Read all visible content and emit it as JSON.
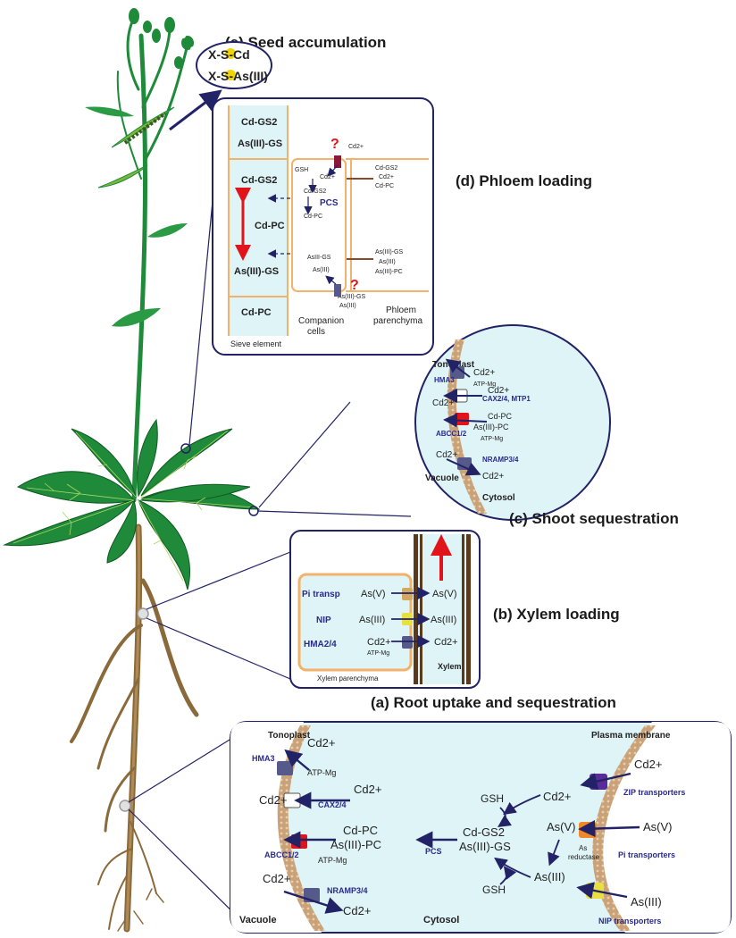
{
  "colors": {
    "frame": "#222266",
    "cytosol_fill": "#dff4f7",
    "leaf_green": "#1f8a3a",
    "root_brown": "#8a6a3a",
    "membrane_tan": "#c9a27a",
    "transporter_blue": "#2a2a8c",
    "arrow_red": "#e0141a",
    "cell_wall_orange": "#f2b26b",
    "xylem_brown": "#5a3a1a",
    "sulfur_yellow": "#f0d600"
  },
  "panels": {
    "e": {
      "title": "(e) Seed accumulation",
      "line1_prefix": "X-",
      "line1_s": "S",
      "line1_suffix": "-Cd",
      "line2_prefix": "X-",
      "line2_s": "S",
      "line2_suffix": "-As(III)"
    },
    "d": {
      "title": "(d) Phloem loading",
      "sieve_labels": [
        "Cd-GS2",
        "As(III)-GS",
        "Cd-GS2",
        "Cd-PC",
        "As(III)-GS",
        "Cd-PC"
      ],
      "companion_labels": [
        "GSH",
        "Cd2+",
        "Cd-GS2",
        "PCS",
        "Cd-PC",
        "AsIII-GS",
        "As(III)",
        "As(III)-GS",
        "As(III)",
        "Cd2+"
      ],
      "parenchyma_labels": [
        "Cd-GS2",
        "Cd2+",
        "Cd-PC",
        "As(III)-GS",
        "As(III)",
        "As(III)-PC"
      ],
      "question_mark": "?",
      "sieve_element": "Sieve element",
      "companion_cells": [
        "Companion",
        "cells"
      ],
      "phloem_parenchyma": [
        "Phloem",
        "parenchyma"
      ]
    },
    "c": {
      "title": "(c) Shoot sequestration",
      "tonoplast": "Tonoplast",
      "vacuole": "Vacuole",
      "cytosol": "Cytosol",
      "transporters": [
        "HMA3",
        "CAX2/4, MTP1",
        "ABCC1/2",
        "NRAMP3/4"
      ],
      "atp_mg": "ATP-Mg",
      "cd": "Cd2+",
      "cd_pc": "Cd-PC",
      "as_pc": "As(III)-PC"
    },
    "b": {
      "title": "(b) Xylem loading",
      "transporters": [
        "Pi transp",
        "NIP",
        "HMA2/4"
      ],
      "left_species": [
        "As(V)",
        "As(III)",
        "Cd2+"
      ],
      "right_species": [
        "As(V)",
        "As(III)",
        "Cd2+"
      ],
      "atp_mg": "ATP-Mg",
      "xylem_parenchyma": "Xylem parenchyma",
      "xylem": "Xylem"
    },
    "a": {
      "title": "(a) Root uptake and sequestration",
      "tonoplast": "Tonoplast",
      "plasma_membrane": "Plasma membrane",
      "vacuole": "Vacuole",
      "cytosol": "Cytosol",
      "left_transporters": [
        "HMA3",
        "CAX2/4",
        "ABCC1/2",
        "NRAMP3/4"
      ],
      "right_transporters": [
        "ZIP transporters",
        "Pi transporters",
        "NIP transporters"
      ],
      "atp_mg": "ATP-Mg",
      "cd": "Cd2+",
      "cd_pc": "Cd-PC",
      "as_pc": "As(III)-PC",
      "pcs": "PCS",
      "gsh": "GSH",
      "cd_gs2": "Cd-GS2",
      "as_gs": "As(III)-GS",
      "as_v": "As(V)",
      "as_iii": "As(III)",
      "as_reductase": [
        "As",
        "reductase"
      ]
    }
  }
}
